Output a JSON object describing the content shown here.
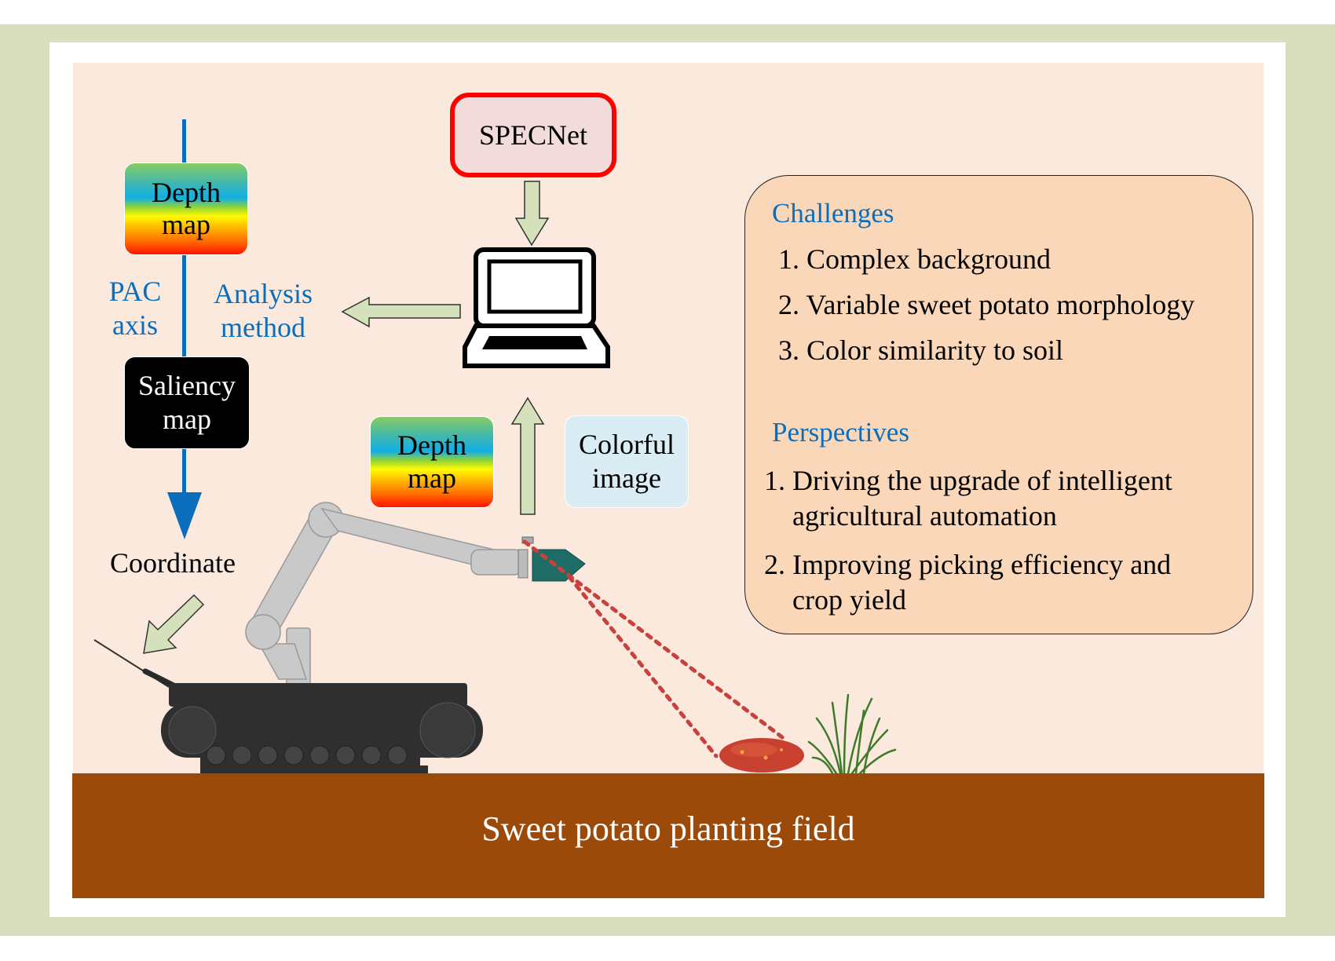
{
  "diagram": {
    "pipeline": {
      "depth_map_top": "Depth\nmap",
      "depth_map_top_line1": "Depth",
      "depth_map_top_line2": "map",
      "pac_axis_line1": "PAC",
      "pac_axis_line2": "axis",
      "analysis_method_line1": "Analysis",
      "analysis_method_line2": "method",
      "saliency_line1": "Saliency",
      "saliency_line2": "map",
      "coordinate": "Coordinate"
    },
    "model": {
      "name": "SPECNet"
    },
    "inputs": {
      "depth_line1": "Depth",
      "depth_line2": "map",
      "colorful_line1": "Colorful",
      "colorful_line2": "image"
    },
    "info": {
      "challenges_title": "Challenges",
      "challenges": [
        "1. Complex background",
        "2. Variable sweet potato morphology",
        "3. Color similarity to soil"
      ],
      "perspectives_title": "Perspectives",
      "perspectives": [
        {
          "num": "1.",
          "line1": "Driving the upgrade of intelligent",
          "line2": "agricultural automation"
        },
        {
          "num": "2.",
          "line1": "Improving picking efficiency and",
          "line2": "crop yield"
        }
      ]
    },
    "ground_label": "Sweet potato planting field",
    "colors": {
      "frame_green": "#d9dfbd",
      "background_peach": "#fbe9dd",
      "soil_brown": "#9b4a09",
      "accent_blue": "#0a6ebd",
      "specnet_border": "#ff0000",
      "arrow_fill": "#d5e1bb",
      "info_box_fill": "#fbd7b9"
    }
  }
}
